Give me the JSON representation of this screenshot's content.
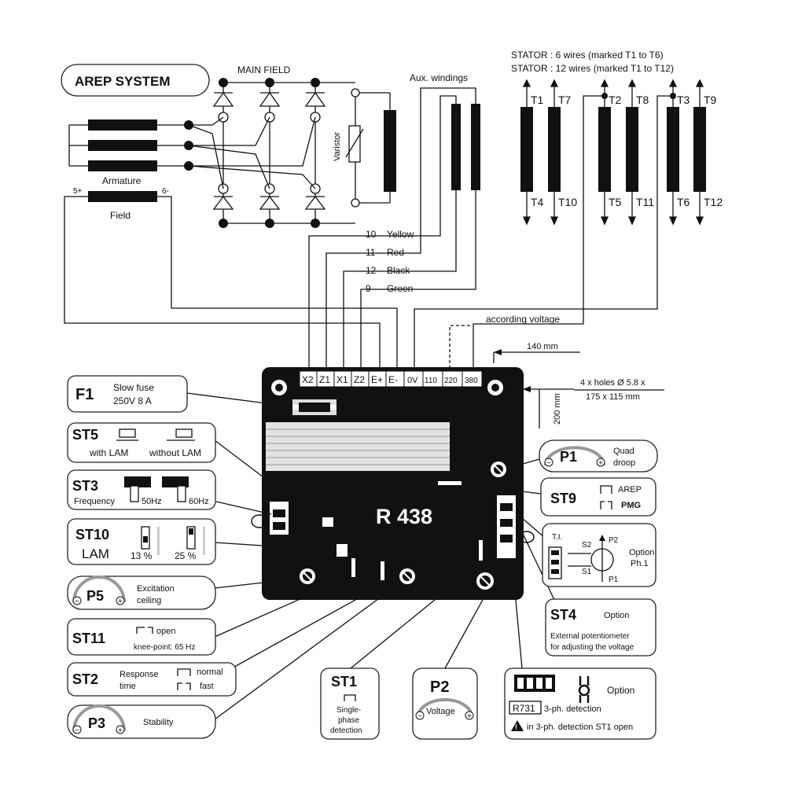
{
  "system_title": "AREP SYSTEM",
  "main_field_label": "MAIN FIELD",
  "aux_windings_label": "Aux. windings",
  "armature_label": "Armature",
  "field_label": "Field",
  "field_plus": "5+",
  "field_minus": "6-",
  "varistor_label": "Varistor",
  "stator_line1": "STATOR : 6 wires (marked T1 to T6)",
  "stator_line2": "STATOR : 12 wires (marked T1 to T12)",
  "stator_top_labels": [
    "T1",
    "T7",
    "T2",
    "T8",
    "T3",
    "T9"
  ],
  "stator_bottom_labels": [
    "T4",
    "T10",
    "T5",
    "T11",
    "T6",
    "T12"
  ],
  "wire_labels": [
    {
      "num": "10",
      "color": "Yellow"
    },
    {
      "num": "11",
      "color": "Red"
    },
    {
      "num": "12",
      "color": "Black"
    },
    {
      "num": "9",
      "color": "Green"
    }
  ],
  "according_voltage": "according voltage",
  "terminals": [
    "X2",
    "Z1",
    "X1",
    "Z2",
    "E+",
    "E-",
    "0V",
    "110",
    "220",
    "380"
  ],
  "dimensions": {
    "width": "140 mm",
    "height": "200 mm",
    "holes_line1": "4 x holes Ø 5.8 x",
    "holes_line2": "175 x 115 mm"
  },
  "regulator_name": "R 438",
  "f1": {
    "title": "F1",
    "line1": "Slow fuse",
    "line2": "250V 8 A"
  },
  "st5": {
    "title": "ST5",
    "with": "with LAM",
    "without": "without LAM"
  },
  "st3": {
    "title": "ST3",
    "label": "Frequency",
    "opt1": "50Hz",
    "opt2": "60Hz"
  },
  "st10": {
    "title": "ST10",
    "label": "LAM",
    "opt1": "13 %",
    "opt2": "25 %"
  },
  "p5": {
    "title": "P5",
    "line1": "Excitation",
    "line2": "ceiling",
    "minus": "−",
    "plus": "+"
  },
  "st11": {
    "title": "ST11",
    "open": "open",
    "knee": "knee-point: 65 Hz"
  },
  "st2": {
    "title": "ST2",
    "line1": "Response",
    "line2": "time",
    "normal": "normal",
    "fast": "fast"
  },
  "p3": {
    "title": "P3",
    "label": "Stability",
    "minus": "−",
    "plus": "+"
  },
  "st1": {
    "title": "ST1",
    "line1": "Single-",
    "line2": "phase",
    "line3": "detection"
  },
  "p2": {
    "title": "P2",
    "label": "Voltage",
    "minus": "−",
    "plus": "+"
  },
  "p1": {
    "title": "P1",
    "line1": "Quad",
    "line2": "droop",
    "minus": "−",
    "plus": "+"
  },
  "st9": {
    "title": "ST9",
    "arep": "AREP",
    "pmg": "PMG"
  },
  "option_ph1": {
    "ti": "T.I.",
    "s2": "S2",
    "s1": "S1",
    "p2": "P2",
    "p1": "P1",
    "label1": "Option",
    "label2": "Ph.1"
  },
  "st4": {
    "title": "ST4",
    "option": "Option",
    "line1": "External potentiometer",
    "line2": "for adjusting the voltage"
  },
  "r731": {
    "tag": "R731",
    "label": "3-ph. detection",
    "option": "Option",
    "warning": "in 3-ph. detection ST1 open"
  }
}
